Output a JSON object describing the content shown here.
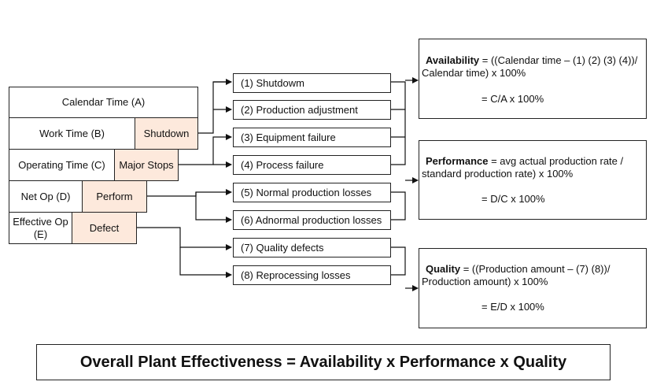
{
  "time_table": {
    "calendar_time": "Calendar Time (A)",
    "work_time": "Work Time (B)",
    "shutdown": "Shutdown",
    "operating_time": "Operating Time (C)",
    "major_stops": "Major Stops",
    "net_op": "Net Op (D)",
    "perform": "Perform",
    "effective_op_line1": "Effective Op",
    "effective_op_line2": "(E)",
    "defect": "Defect"
  },
  "losses": [
    "(1) Shutdowm",
    "(2) Production adjustment",
    "(3) Equipment failure",
    "(4) Process failure",
    "(5) Normal production losses",
    "(6) Adnormal production losses",
    "(7) Quality defects",
    "(8) Reprocessing losses"
  ],
  "formulas": {
    "availability": {
      "term": "Availability",
      "line1_rest": " = ((Calendar time – (1) (2) (3) (4))/",
      "line2": "Calendar time) x 100%",
      "result": "= C/A x 100%"
    },
    "performance": {
      "term": "Performance",
      "line1_rest": " = avg actual production rate /",
      "line2": "standard production rate) x 100%",
      "result": "= D/C x 100%"
    },
    "quality": {
      "term": "Quality",
      "line1_rest": " = ((Production amount – (7) (8))/",
      "line2": "Production amount) x 100%",
      "result": "= E/D x 100%"
    }
  },
  "banner": "Overall Plant Effectiveness = Availability x Performance x Quality"
}
